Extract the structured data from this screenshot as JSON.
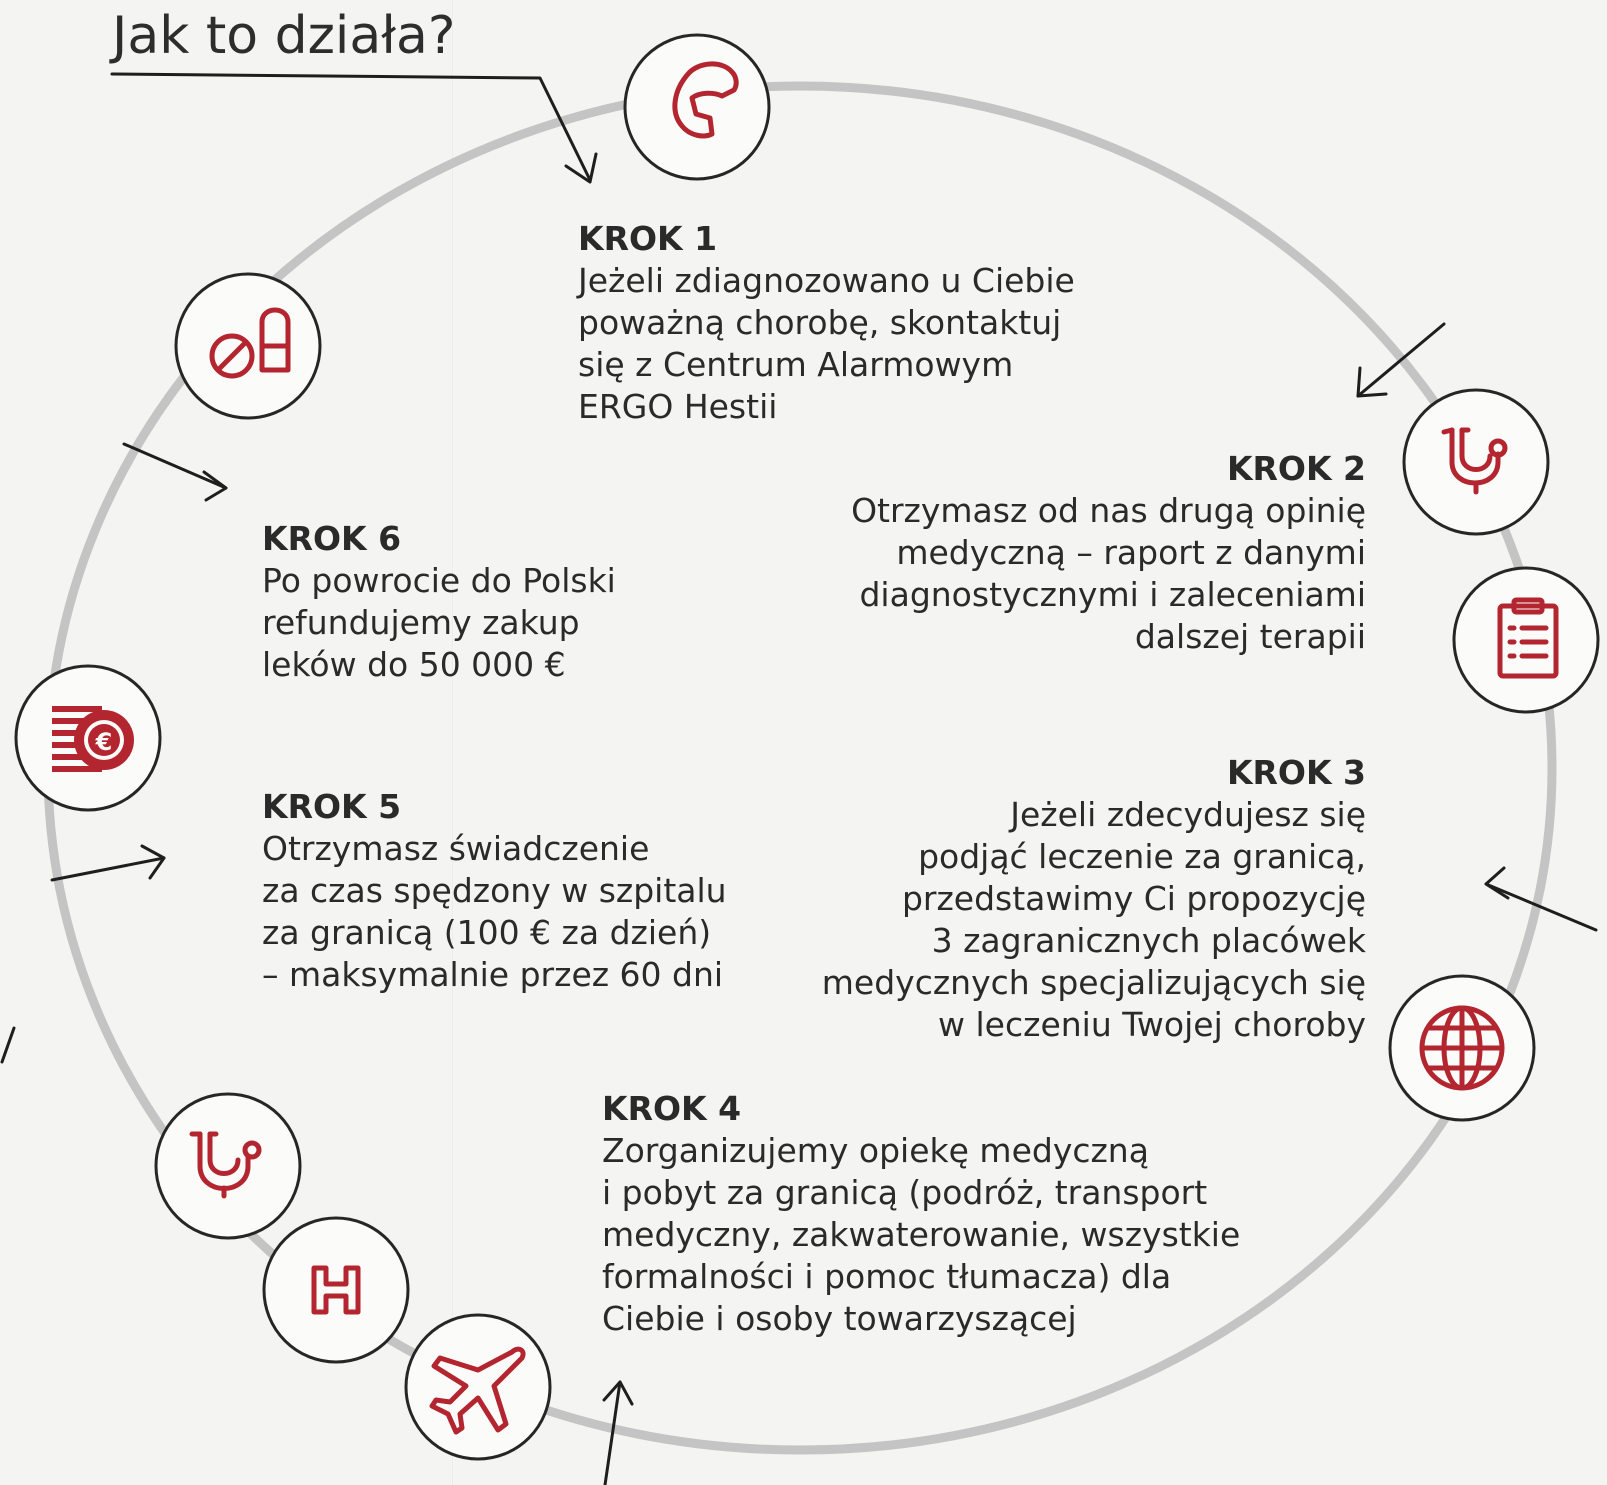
{
  "title": "Jak to działa?",
  "steps": [
    {
      "label": "KROK 1",
      "text": "Jeżeli zdiagnozowano u Ciebie\npoważną chorobę, skontaktuj\nsię z Centrum Alarmowym\nERGO Hestii"
    },
    {
      "label": "KROK 2",
      "text": "Otrzymasz od nas drugą opinię\nmedyczną – raport z danymi\ndiagnostycznymi i zaleceniami\ndalszej terapii"
    },
    {
      "label": "KROK 3",
      "text": "Jeżeli zdecydujesz się\npodjąć leczenie za granicą,\nprzedstawimy Ci propozycję\n3 zagranicznych placówek\nmedycznych specjalizujących się\nw leczeniu Twojej choroby"
    },
    {
      "label": "KROK 4",
      "text": "Zorganizujemy opiekę medyczną\ni pobyt za granicą (podróż, transport\nmedyczny, zakwaterowanie, wszystkie\nformalności i pomoc tłumacza) dla\nCiebie i osoby towarzyszącej"
    },
    {
      "label": "KROK 5",
      "text": "Otrzymasz świadczenie\nza czas spędzony w szpitalu\nza granicą (100 € za dzień)\n– maksymalnie przez 60 dni"
    },
    {
      "label": "KROK 6",
      "text": "Po powrocie do Polski\nrefundujemy zakup\nleków do 50 000 €"
    }
  ],
  "icons": [
    "phone-icon",
    "stethoscope-icon",
    "clipboard-icon",
    "globe-icon",
    "airplane-icon",
    "hospital-icon",
    "stethoscope-icon",
    "coins-euro-icon",
    "pills-icon"
  ],
  "colors": {
    "accent": "#b3262f",
    "ring": "#c4c4c4",
    "outline": "#262626"
  }
}
